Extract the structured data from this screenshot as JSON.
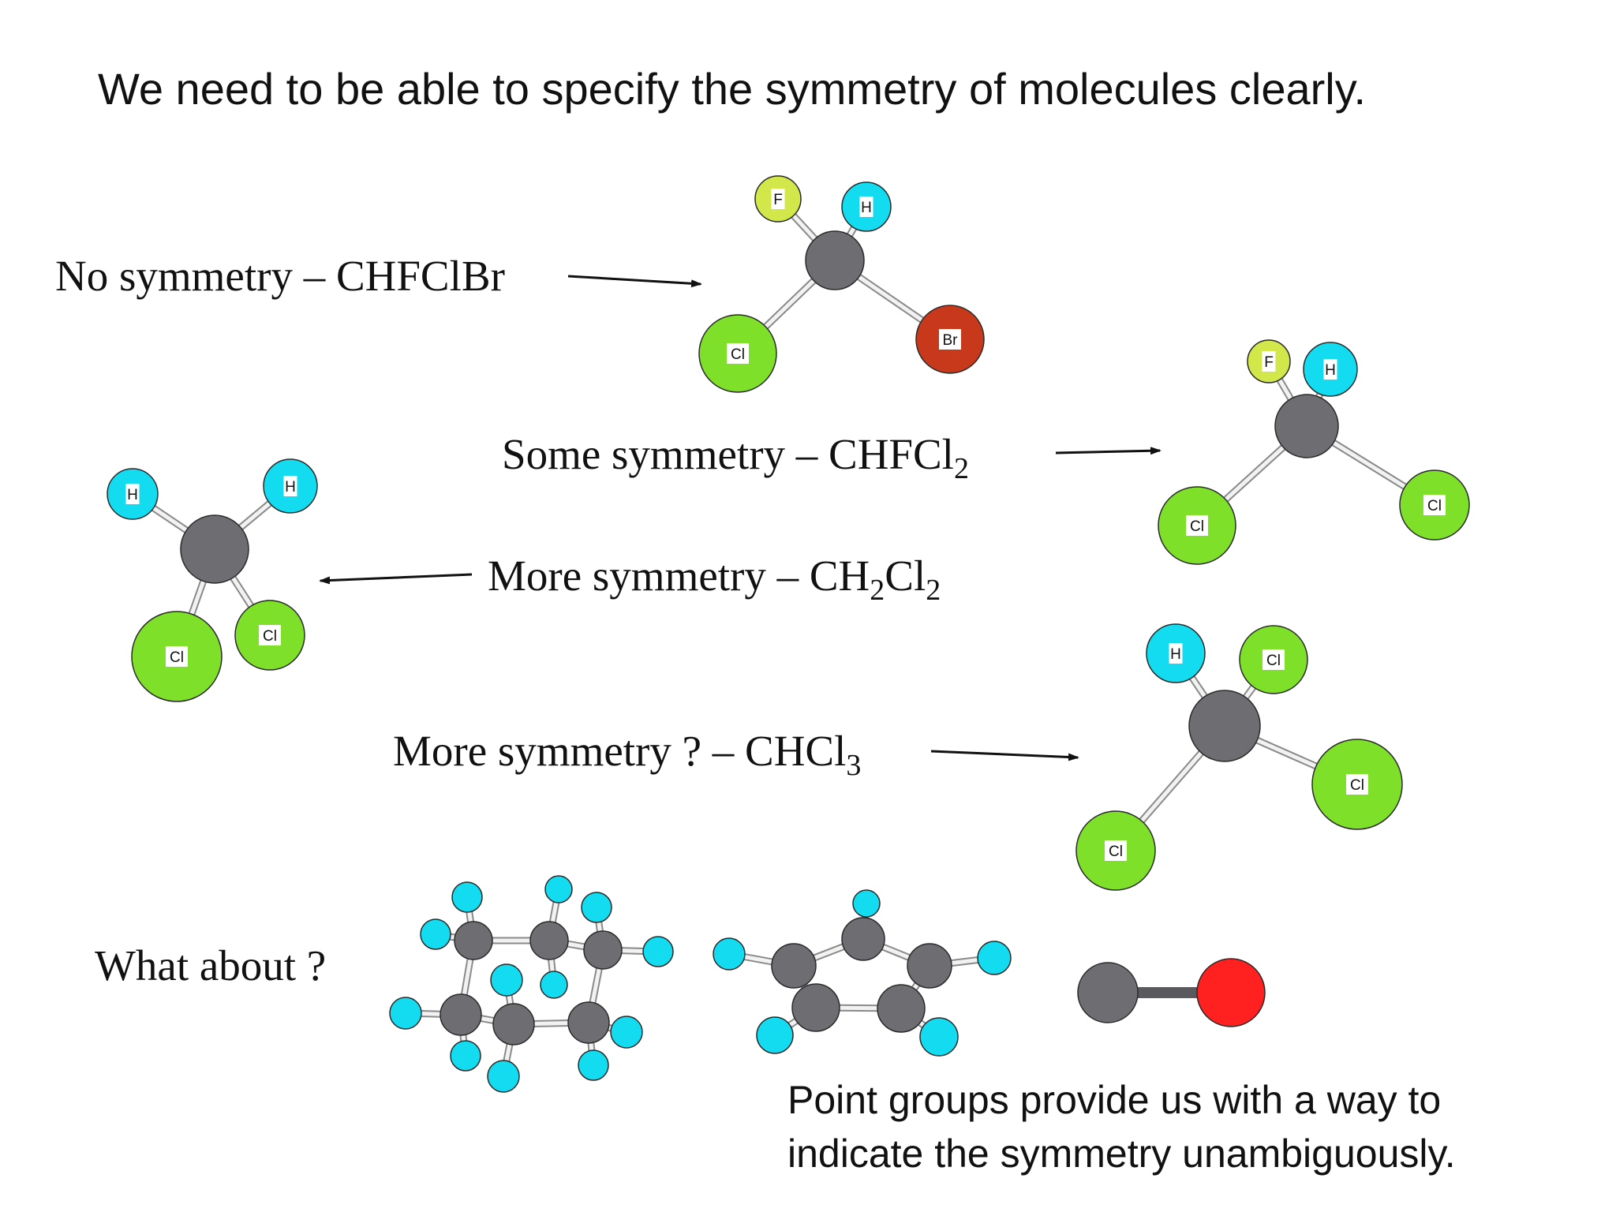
{
  "title": "We need to be able to specify the symmetry of molecules clearly.",
  "captions": {
    "chfclbr": "No symmetry – CHFClBr",
    "chfcl2": {
      "text": "Some symmetry – CHFCl",
      "sub": "2"
    },
    "ch2cl2": {
      "a": "More symmetry – CH",
      "sub1": "2",
      "b": "Cl",
      "sub2": "2"
    },
    "chcl3": {
      "text": "More symmetry ? – CHCl",
      "sub": "3"
    },
    "what_about": "What about ?"
  },
  "footer": {
    "line1": "Point groups provide us with a way to",
    "line2": "indicate the symmetry unambiguously."
  },
  "atom_labels": {
    "H": "H",
    "F": "F",
    "Cl": "Cl",
    "Br": "Br"
  },
  "colors": {
    "carbon": "#6e6e72",
    "hydrogen": "#14dcf0",
    "fluorine": "#d2e84a",
    "chlorine": "#7fe02a",
    "bromine": "#c8391c",
    "oxygen": "#ff2020"
  }
}
